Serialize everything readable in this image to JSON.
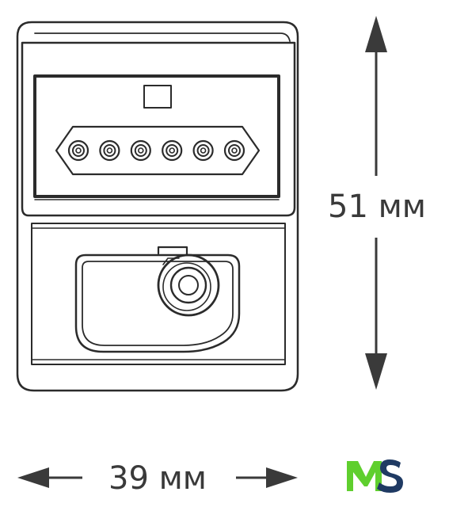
{
  "dimensions": {
    "height_label": "51 мм",
    "width_label": "39 мм"
  },
  "logo": {
    "text": "MS",
    "colors": {
      "m": "#5fcf2e",
      "s": "#1f3a63"
    }
  },
  "device": {
    "connector_count": 6,
    "colors": {
      "outline": "#2b2b2b",
      "arrow": "#3a3a3a",
      "background": "#ffffff"
    }
  }
}
